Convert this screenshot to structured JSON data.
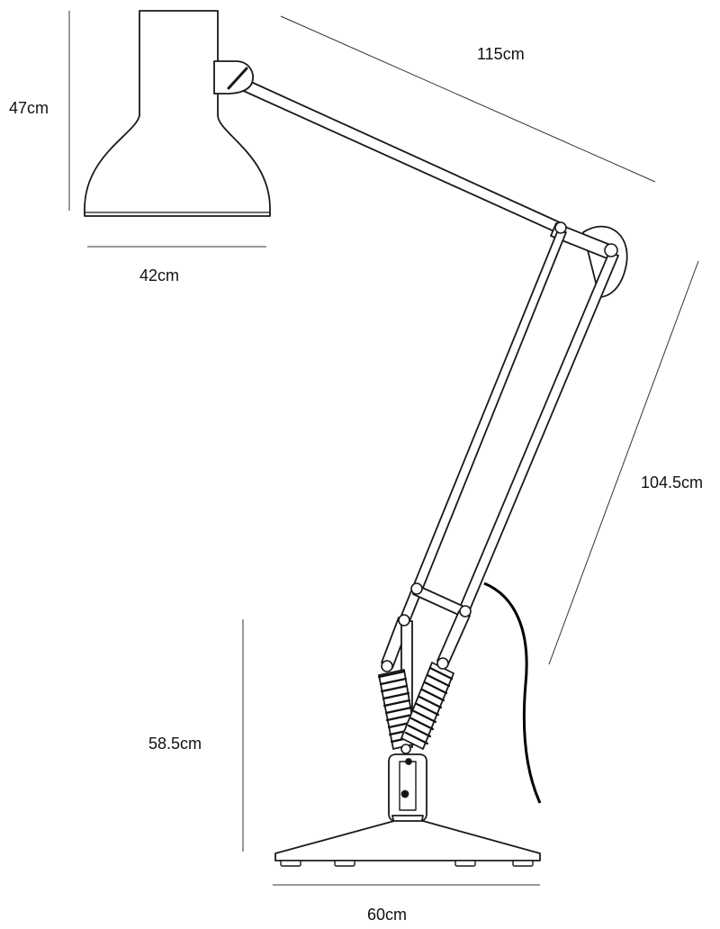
{
  "dimensions": {
    "shade_height": "47cm",
    "shade_width": "42cm",
    "upper_arm_length": "115cm",
    "lower_arm_length": "104.5cm",
    "base_to_joint_height": "58.5cm",
    "base_width": "60cm"
  },
  "colors": {
    "line": "#1a1a1a",
    "guide": "#333333",
    "cable": "#000000",
    "fill": "#ffffff"
  }
}
